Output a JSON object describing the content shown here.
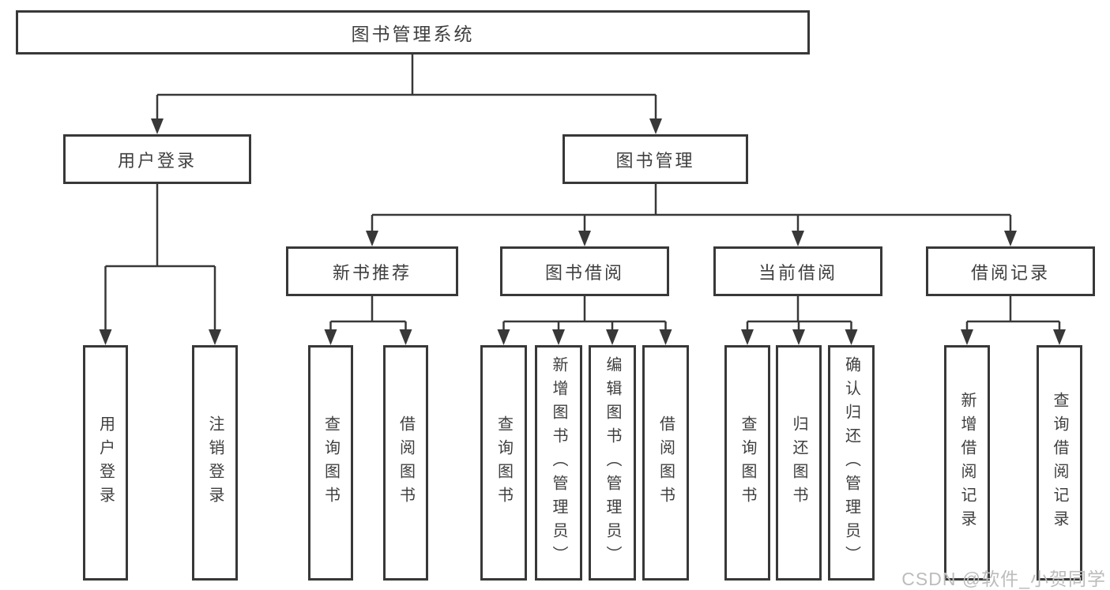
{
  "watermark": {
    "text": "CSDN @软件_小贺同学",
    "color": "#bcbcbc"
  },
  "colors": {
    "line": "#383838",
    "text": "#3f3f3f",
    "box_background": "#ffffff",
    "page_background": "#ffffff"
  },
  "tree": {
    "root": {
      "label": "图书管理系统",
      "children": [
        {
          "label": "用户登录",
          "children": [
            {
              "label": "用户登录"
            },
            {
              "label": "注销登录"
            }
          ]
        },
        {
          "label": "图书管理",
          "children": [
            {
              "label": "新书推荐",
              "children": [
                {
                  "label": "查询图书"
                },
                {
                  "label": "借阅图书"
                }
              ]
            },
            {
              "label": "图书借阅",
              "children": [
                {
                  "label": "查询图书"
                },
                {
                  "label": "新增图书（管理员）"
                },
                {
                  "label": "编辑图书（管理员）"
                },
                {
                  "label": "借阅图书"
                }
              ]
            },
            {
              "label": "当前借阅",
              "children": [
                {
                  "label": "查询图书"
                },
                {
                  "label": "归还图书"
                },
                {
                  "label": "确认归还（管理员）"
                }
              ]
            },
            {
              "label": "借阅记录",
              "children": [
                {
                  "label": "新增借阅记录"
                },
                {
                  "label": "查询借阅记录"
                }
              ]
            }
          ]
        }
      ]
    }
  }
}
